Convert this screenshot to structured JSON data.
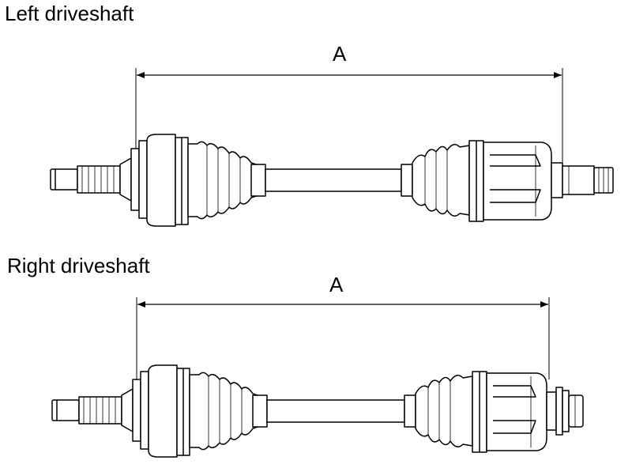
{
  "diagrams": [
    {
      "title": "Left driveshaft",
      "dimension_label": "A"
    },
    {
      "title": "Right driveshaft",
      "dimension_label": "A"
    }
  ]
}
